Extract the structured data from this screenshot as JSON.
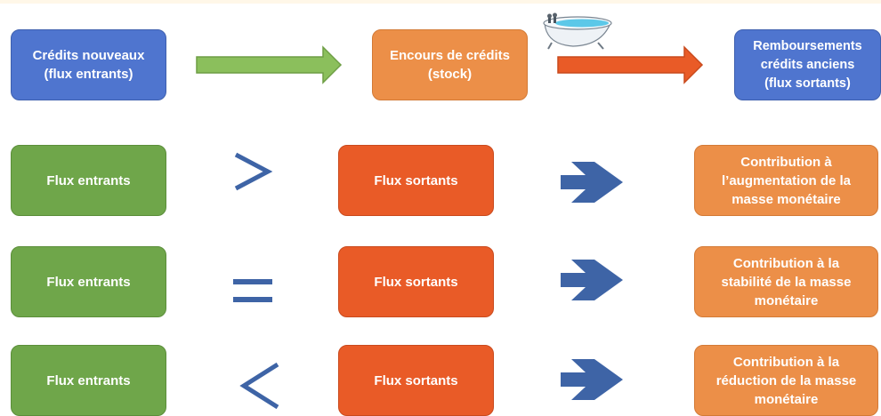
{
  "top_row": {
    "new_credits": "Crédits nouveaux\n(flux entrants)",
    "outstanding": "Encours de crédits\n(stock)",
    "repayments": "Remboursements\ncrédits anciens\n(flux sortants)"
  },
  "rows": [
    {
      "left": "Flux entrants",
      "symbol": ">",
      "middle": "Flux sortants",
      "right": "Contribution à\nl’augmentation de la\nmasse monétaire"
    },
    {
      "left": "Flux entrants",
      "symbol": "=",
      "middle": "Flux sortants",
      "right": "Contribution à la\nstabilité de la masse\nmonétaire"
    },
    {
      "left": "Flux entrants",
      "symbol": "<",
      "middle": "Flux sortants",
      "right": "Contribution à la\nréduction de la masse\nmonétaire"
    }
  ],
  "colors": {
    "blue": "#4f75cf",
    "orange": "#ec8f48",
    "red": "#e95b27",
    "green": "#6fa64a",
    "light_green_arrow": "#8bbf5c",
    "symbol_blue": "#3e64a6"
  },
  "icons": {
    "bathtub": "bathtub-icon",
    "inflow_arrow": "right-arrow-icon",
    "outflow_arrow": "right-arrow-icon",
    "result_arrow": "right-arrow-icon"
  }
}
